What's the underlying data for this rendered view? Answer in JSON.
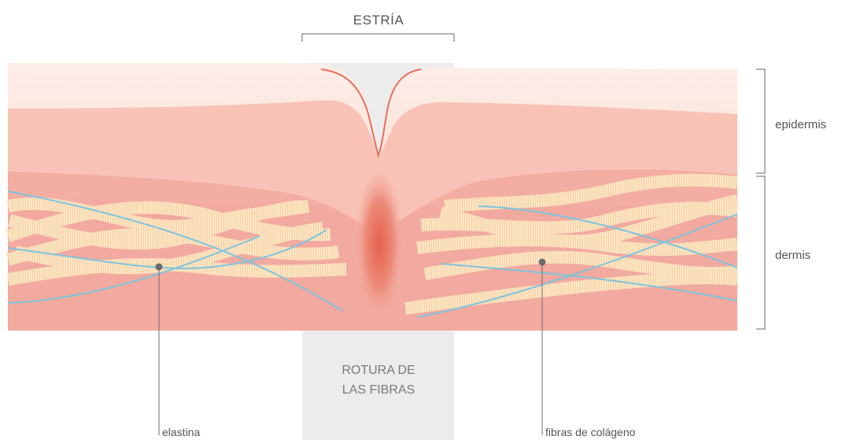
{
  "title": "ESTRÍA",
  "layers": {
    "epidermis": "epidermis",
    "dermis": "dermis"
  },
  "center_label": {
    "line1": "ROTURA DE",
    "line2": "LAS FIBRAS"
  },
  "callouts": {
    "elastina": "elastina",
    "colageno": "fibras de colágeno"
  },
  "colors": {
    "surface": "#fbe9e2",
    "epidermis": "#f8c6b8",
    "dermis_top": "#f6b7aa",
    "dermis": "#f2aaa0",
    "collagen": "#fbe0b4",
    "elastin": "#7fc4dc",
    "tear": "#e96f5c",
    "gray_band": "#ececec"
  }
}
